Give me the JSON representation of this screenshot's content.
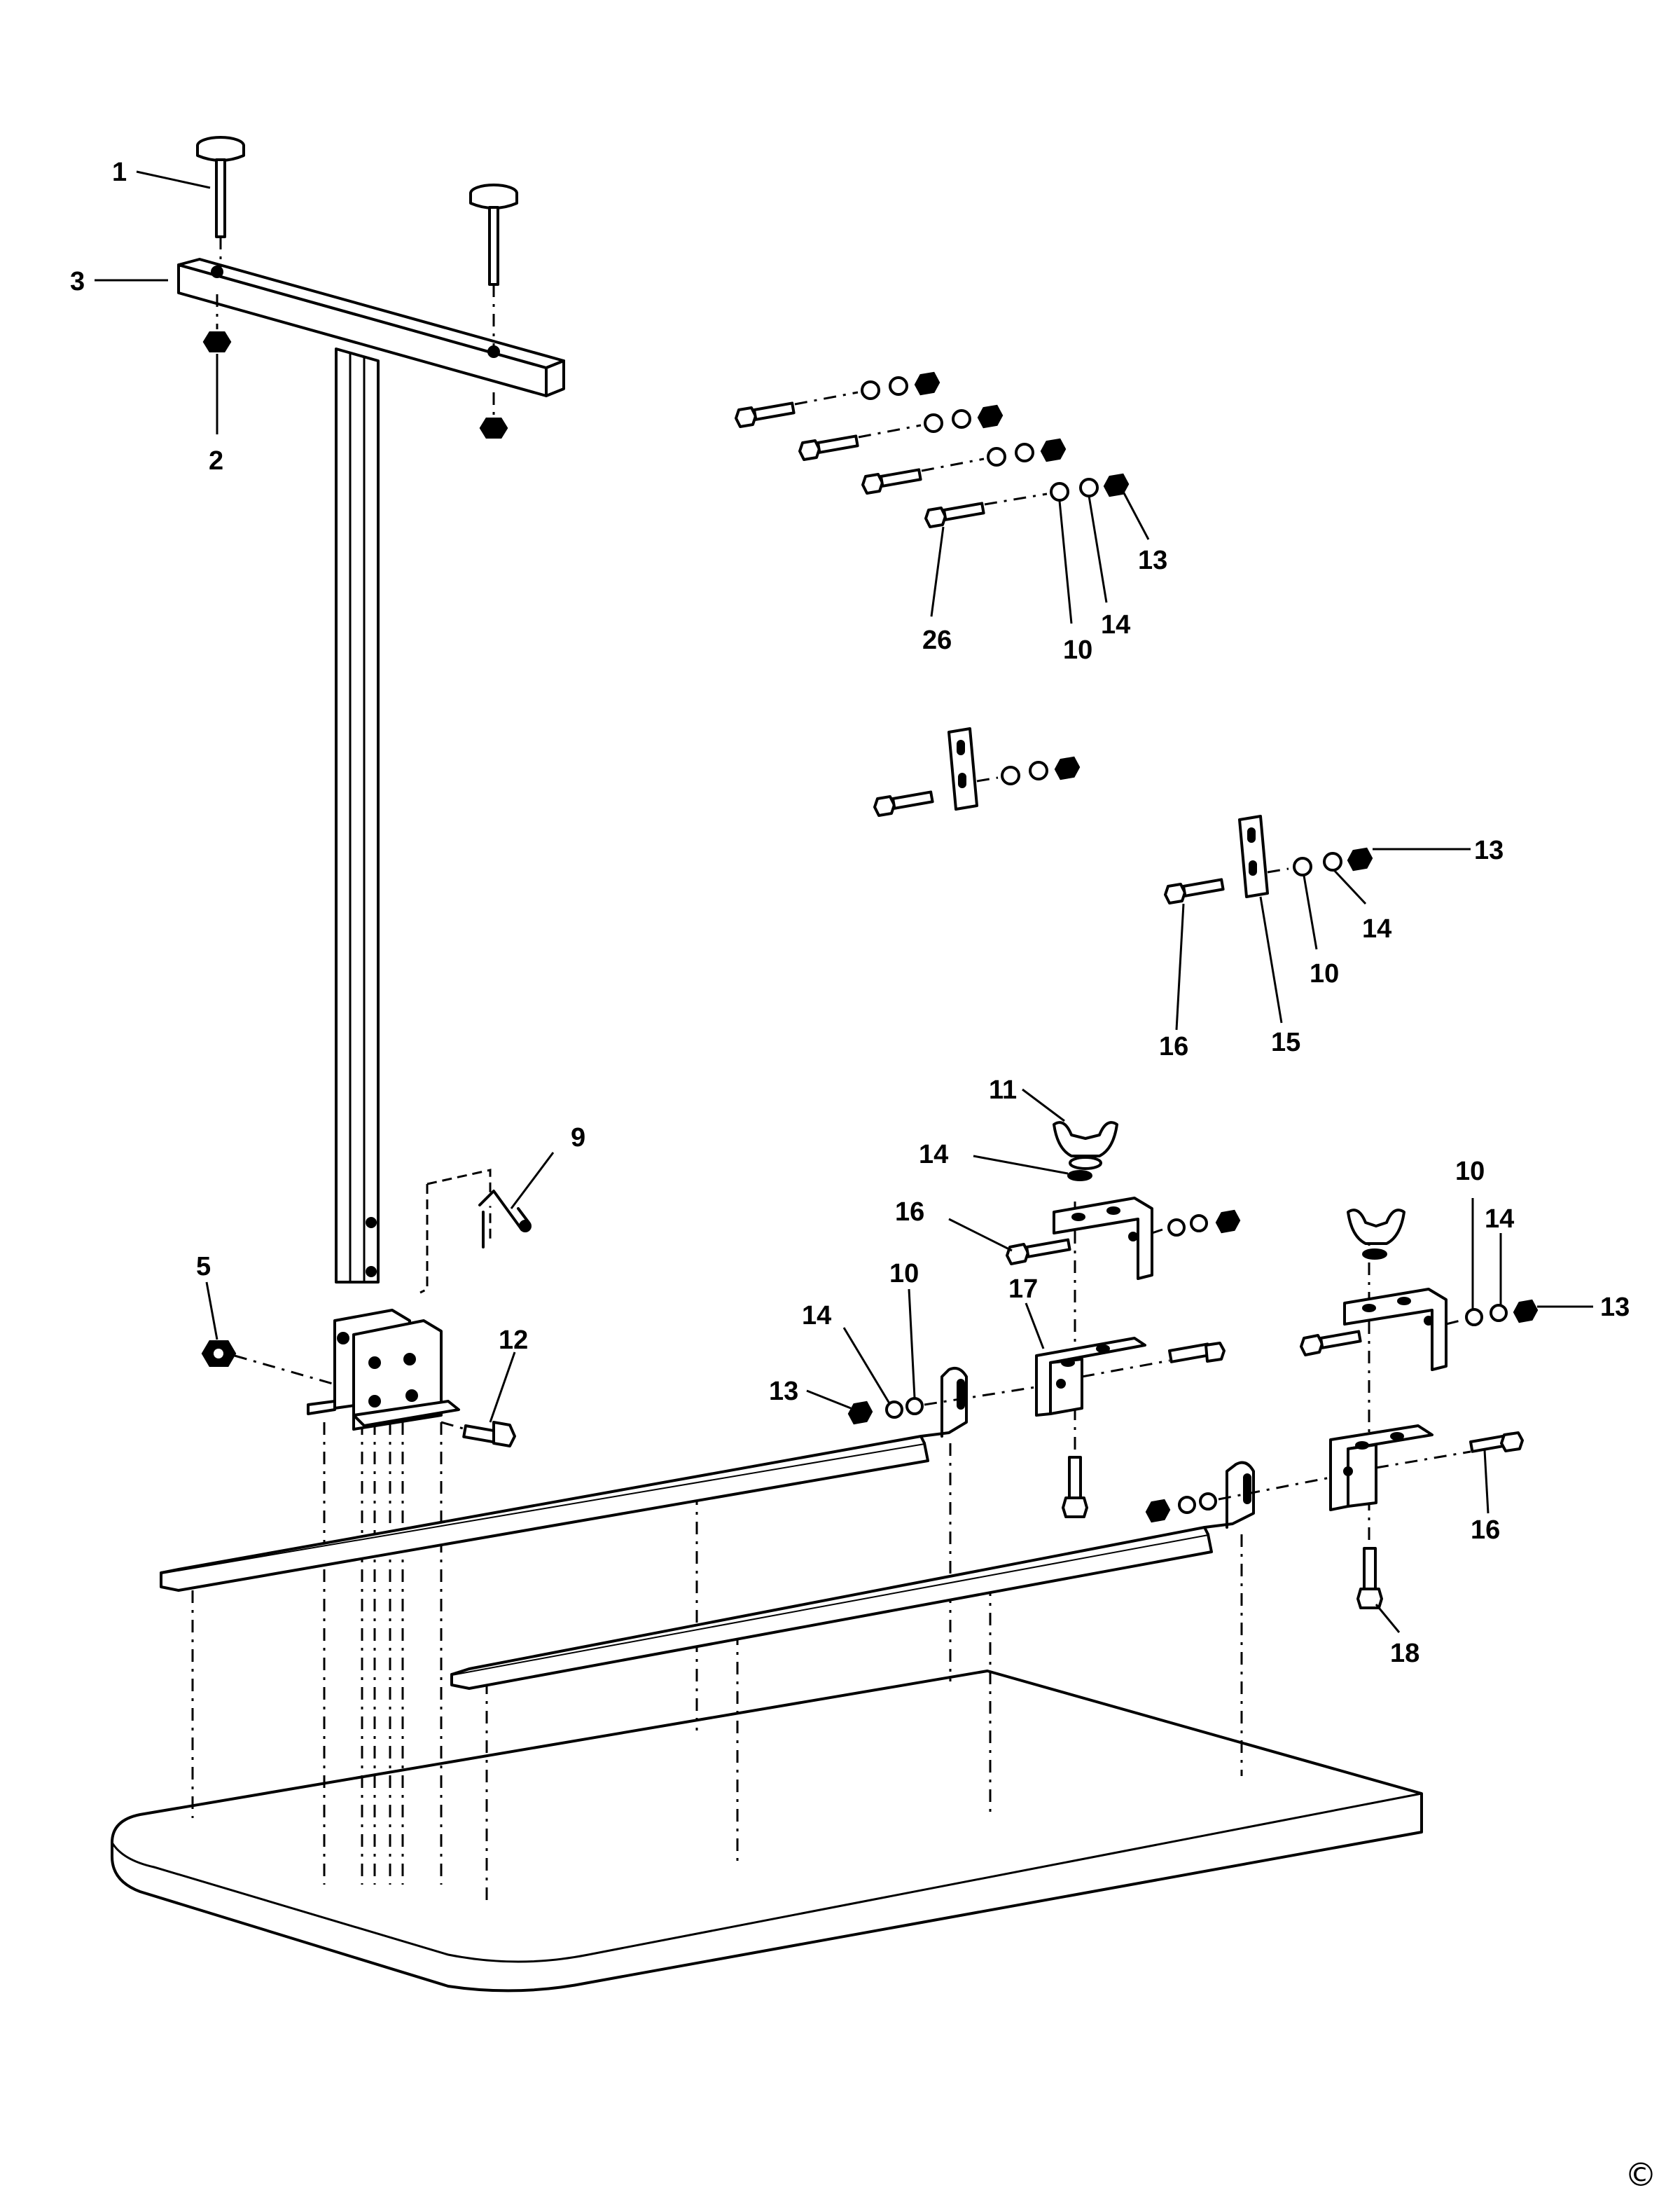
{
  "callouts": [
    {
      "id": "c1",
      "text": "1"
    },
    {
      "id": "c2",
      "text": "2"
    },
    {
      "id": "c3",
      "text": "3"
    },
    {
      "id": "c26",
      "text": "26"
    },
    {
      "id": "c10a",
      "text": "10"
    },
    {
      "id": "c14a",
      "text": "14"
    },
    {
      "id": "c13a",
      "text": "13"
    },
    {
      "id": "c13b",
      "text": "13"
    },
    {
      "id": "c14b",
      "text": "14"
    },
    {
      "id": "c10b",
      "text": "10"
    },
    {
      "id": "c16a",
      "text": "16"
    },
    {
      "id": "c15",
      "text": "15"
    },
    {
      "id": "c9",
      "text": "9"
    },
    {
      "id": "c11",
      "text": "11"
    },
    {
      "id": "c14c",
      "text": "14"
    },
    {
      "id": "c16b",
      "text": "16"
    },
    {
      "id": "c17",
      "text": "17"
    },
    {
      "id": "c10c",
      "text": "10"
    },
    {
      "id": "c14d",
      "text": "14"
    },
    {
      "id": "c13c",
      "text": "13"
    },
    {
      "id": "c5",
      "text": "5"
    },
    {
      "id": "c12",
      "text": "12"
    },
    {
      "id": "c14e",
      "text": "14"
    },
    {
      "id": "c10d",
      "text": "10"
    },
    {
      "id": "c13d",
      "text": "13"
    },
    {
      "id": "c16c",
      "text": "16"
    },
    {
      "id": "c18",
      "text": "18"
    }
  ],
  "copyright": "©"
}
